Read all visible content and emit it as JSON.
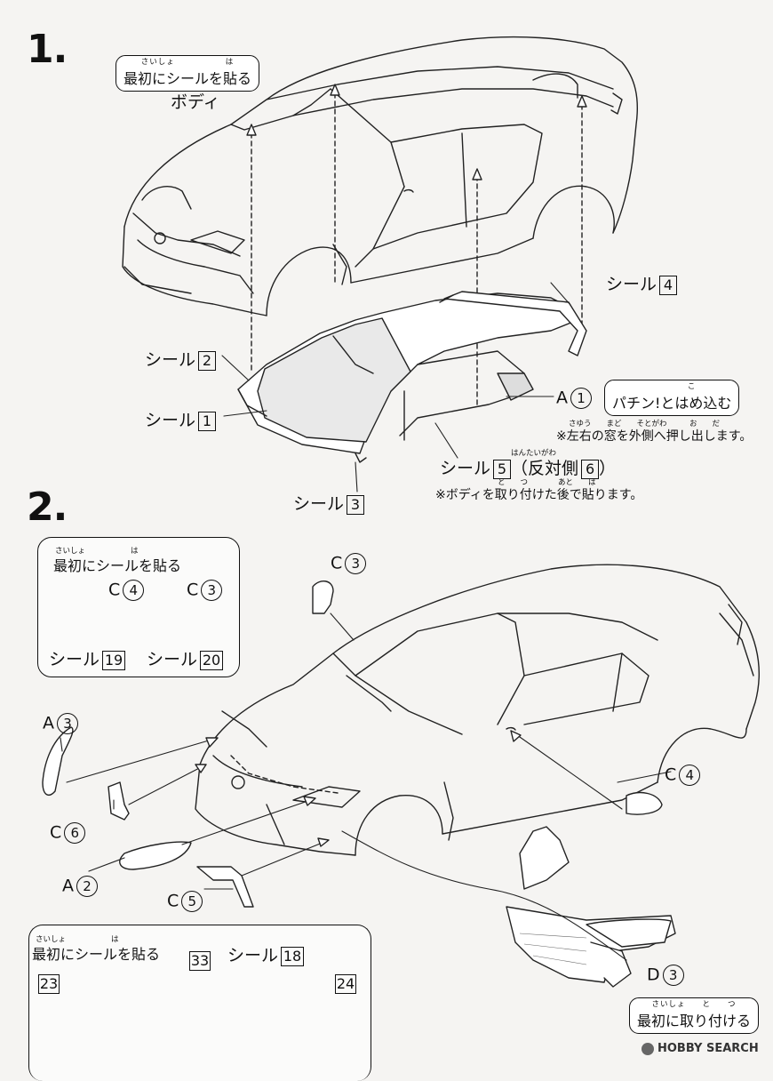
{
  "step1": {
    "number": "1.",
    "first_seal_ruby": "さいしょ　　　　　　は",
    "first_seal": "最初にシールを貼る",
    "body_label": "ボディ",
    "seal_4": {
      "text": "シール",
      "num": "4"
    },
    "seal_2": {
      "text": "シール",
      "num": "2"
    },
    "seal_1": {
      "text": "シール",
      "num": "1"
    },
    "seal_3": {
      "text": "シール",
      "num": "3"
    },
    "seal_5": {
      "text": "シール",
      "num": "5",
      "paren_ruby": "はんたいがわ",
      "paren_text": "（反対側",
      "paren_num": "6",
      "paren_close": "）"
    },
    "part_a1": {
      "letter": "A",
      "num": "1"
    },
    "snap_ruby": "こ",
    "snap_text": "パチン!とはめ込む",
    "window_note_ruby": "さゆう　　まど　　そとがわ　　　お　　だ",
    "window_note": "※左右の窓を外側へ押し出します。",
    "body_note_ruby": "と　　つ　　　　あと　　は",
    "body_note": "※ボディを取り付けた後で貼ります。"
  },
  "step2": {
    "number": "2.",
    "inset": {
      "ruby": "さいしょ　　　　　　は",
      "title": "最初にシールを貼る",
      "c4": {
        "letter": "C",
        "num": "4"
      },
      "c3": {
        "letter": "C",
        "num": "3"
      },
      "seal_19": {
        "text": "シール",
        "num": "19"
      },
      "seal_20": {
        "text": "シール",
        "num": "20"
      }
    },
    "c3_top": {
      "letter": "C",
      "num": "3"
    },
    "a3": {
      "letter": "A",
      "num": "3"
    },
    "c6": {
      "letter": "C",
      "num": "6"
    },
    "a2": {
      "letter": "A",
      "num": "2"
    },
    "c5": {
      "letter": "C",
      "num": "5"
    },
    "c4": {
      "letter": "C",
      "num": "4"
    },
    "d3": {
      "letter": "D",
      "num": "3"
    },
    "attach_first_ruby": "さいしょ　　と　　つ",
    "attach_first": "最初に取り付ける",
    "bottom_panel": {
      "ruby": "さいしょ　　　　　　は",
      "title": "最初にシールを貼る",
      "num_33": "33",
      "seal_18": {
        "text": "シール",
        "num": "18"
      },
      "num_23": "23",
      "num_24": "24"
    }
  },
  "watermark": "HOBBY SEARCH"
}
